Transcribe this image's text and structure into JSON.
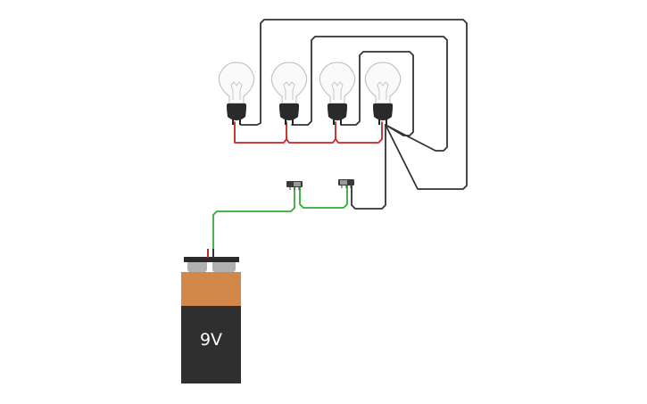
{
  "circuit": {
    "battery": {
      "label": "9V",
      "colors": {
        "top": "#d2884a",
        "body": "#2f2f2f",
        "terminal": "#b0b0b0",
        "label": "#ffffff"
      }
    },
    "bulbs": [
      {
        "name": "bulb-1"
      },
      {
        "name": "bulb-2"
      },
      {
        "name": "bulb-3"
      },
      {
        "name": "bulb-4"
      }
    ],
    "switches": [
      {
        "name": "switch-1"
      },
      {
        "name": "switch-2"
      }
    ],
    "wire_colors": {
      "black": "#333333",
      "red": "#cc2222",
      "green": "#33aa33"
    }
  }
}
